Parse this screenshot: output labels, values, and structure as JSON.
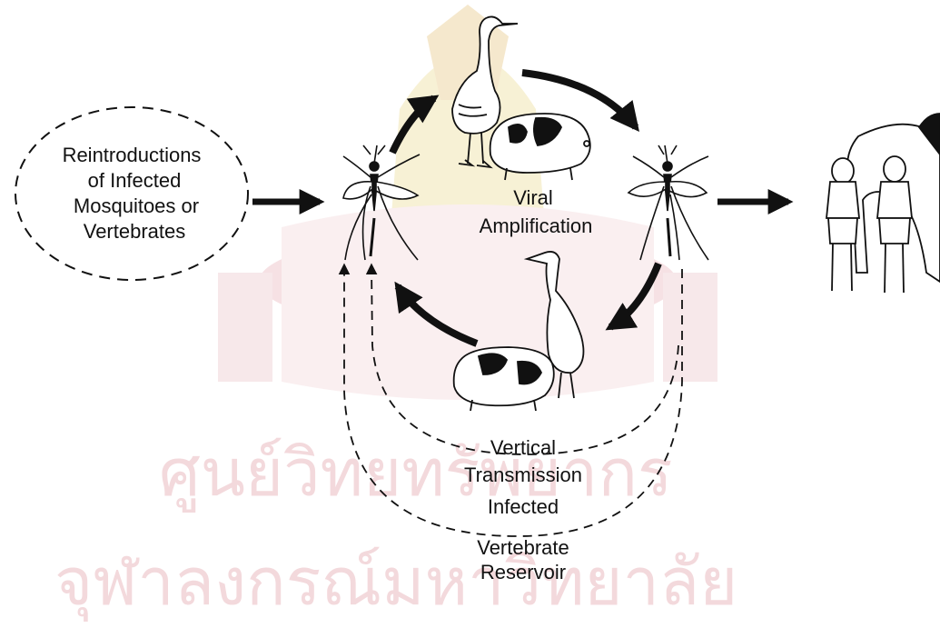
{
  "watermark": {
    "line1": "ศูนย์วิทยทรัพยากร",
    "line2": "จุฬาลงกรณ์มหาวิทยาลัย",
    "crest_color": "#e2b8bf",
    "crest_gold": "#f2e6b4"
  },
  "labels": {
    "reintro": [
      "Reintroductions",
      "of Infected",
      "Mosquitoes or",
      "Vertebrates"
    ],
    "amplification": [
      "Viral",
      "Amplification"
    ],
    "reservoir": [
      "Vertical",
      "Transmission",
      "Infected",
      "Vertebrate",
      "Reservoir"
    ]
  },
  "icons": {
    "mosquito_left": "mosquito-icon",
    "mosquito_right": "mosquito-icon",
    "bird_top": "wading-bird-icon",
    "pig_top": "pig-icon",
    "bird_bottom": "wading-bird-icon",
    "pig_bottom": "pig-icon",
    "hosts": "humans-and-horse-icon"
  },
  "colors": {
    "ink": "#111111"
  }
}
